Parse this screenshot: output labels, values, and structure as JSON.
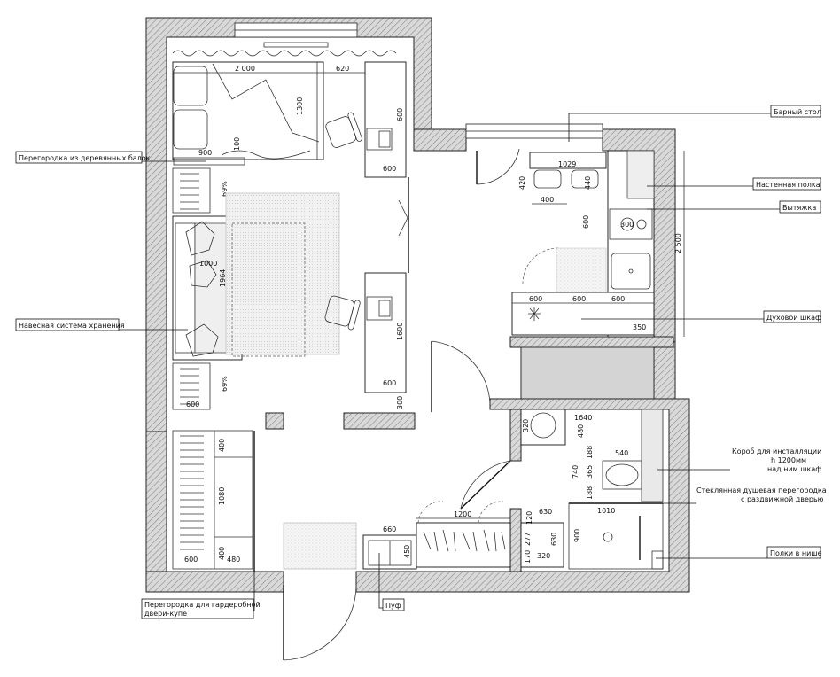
{
  "callouts": {
    "bar_table": "Барный стол",
    "wall_shelf": "Настенная полка",
    "hood": "Вытяжка",
    "oven_cabinet": "Духовой шкаф",
    "installation_box_line1": "Короб для инсталляции",
    "installation_box_line2": "h 1200мм",
    "installation_box_line3": "над ним шкаф",
    "shower_glass_line1": "Стеклянная душевая перегородка",
    "shower_glass_line2": "с раздвижной дверью",
    "niche_shelves": "Полки в нише",
    "wooden_beams": "Перегородка из деревянных балок",
    "storage_system": "Навесная система хранения",
    "wardrobe_partition_line1": "Перегородка для гардеробной",
    "wardrobe_partition_line2": "двери-купе",
    "pouf": "Пуф"
  },
  "dimensions": {
    "bed_width": "2 000",
    "desk_gap": "620",
    "bed_length": "1300",
    "desk_depth_top": "600",
    "desk_width_top": "600",
    "beam_900": "900",
    "beam_100": "100",
    "bar_1029": "1029",
    "bar_420": "420",
    "bar_400": "400",
    "bar_440": "440",
    "kitchen_600_v": "600",
    "kitchen_600_v2": "600",
    "kitchen_2500": "2 500",
    "counter_600_a": "600",
    "counter_600_b": "600",
    "counter_600_c": "600",
    "counter_350": "350",
    "sofa_1000": "1000",
    "sofa_1964": "1964",
    "pct_top": "69%",
    "pct_bottom": "69%",
    "desk2_1600": "1600",
    "desk2_600": "600",
    "desk2_300": "300",
    "storage_600": "600",
    "wardrobe_400_top": "400",
    "wardrobe_1080": "1080",
    "wardrobe_400_bottom": "400",
    "wardrobe_600": "600",
    "wardrobe_480": "480",
    "bath_1640": "1640",
    "bath_320": "320",
    "bath_480": "480",
    "wc_540": "540",
    "wc_188a": "188",
    "wc_365": "365",
    "wc_740": "740",
    "wc_188b": "188",
    "shower_1010": "1010",
    "shower_900": "900",
    "hall_1200": "1200",
    "hall_660": "660",
    "hall_450": "450",
    "hall_630a": "630",
    "hall_120": "120",
    "hall_277": "277",
    "hall_630b": "630",
    "hall_320": "320",
    "hall_170": "170",
    "hob_300": "300"
  }
}
